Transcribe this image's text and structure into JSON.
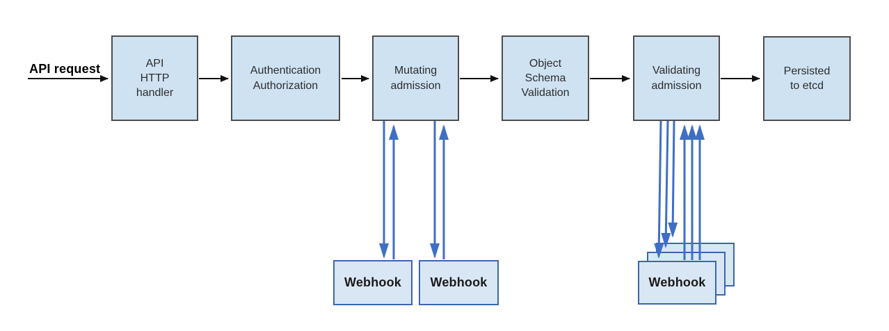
{
  "diagram": {
    "entry_label": "API request",
    "pipeline": [
      {
        "label": "API\nHTTP\nhandler"
      },
      {
        "label": "Authentication\nAuthorization"
      },
      {
        "label": "Mutating\nadmission"
      },
      {
        "label": "Object\nSchema\nValidation"
      },
      {
        "label": "Validating\nadmission"
      },
      {
        "label": "Persisted\nto etcd"
      }
    ],
    "webhooks": {
      "mutating": [
        "Webhook",
        "Webhook"
      ],
      "validating_front": "Webhook",
      "validating_stack_count": 3
    },
    "colors": {
      "node_fill": "#cfe2f1",
      "node_border": "#4d4d4d",
      "webhook_fill": "#d9e7f5",
      "webhook_border": "#3a67ad",
      "arrow_blue": "#3f6fc4",
      "arrow_black": "#111111"
    }
  }
}
